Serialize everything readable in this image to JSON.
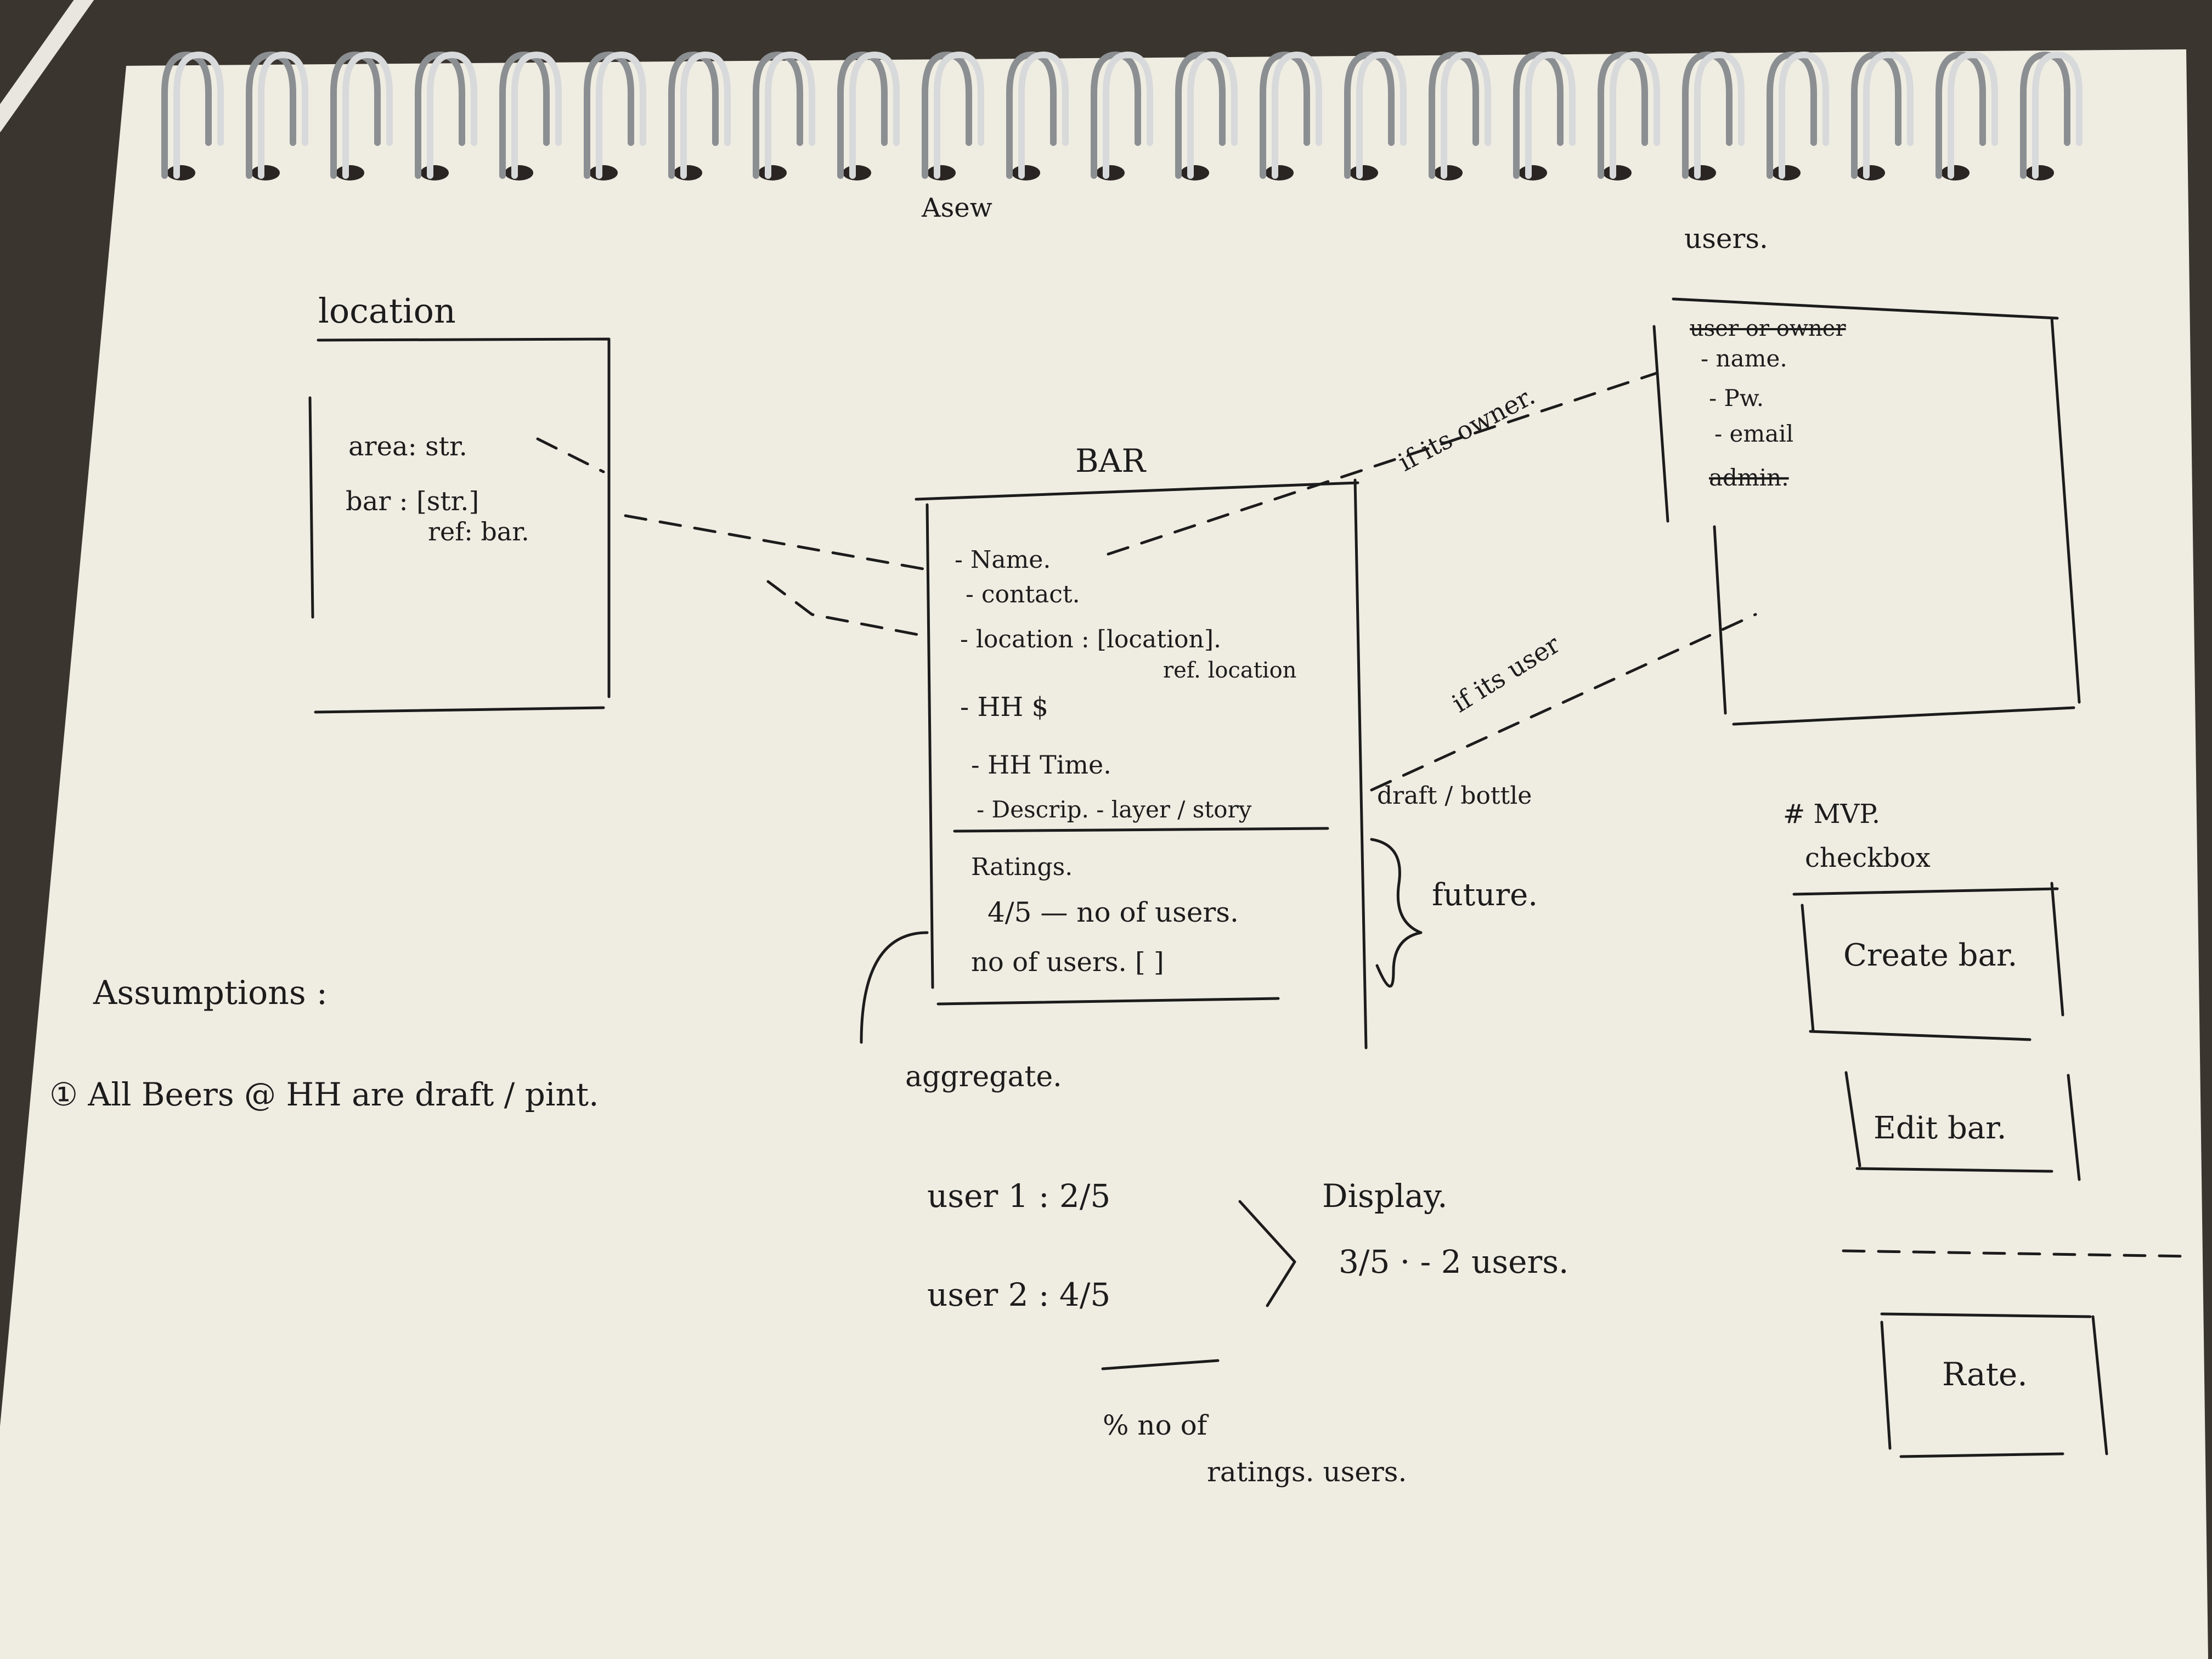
{
  "sketch": {
    "header": "Asew",
    "location": {
      "title": "location",
      "fields": [
        "area: str.",
        "bar : [str.]",
        "ref: bar."
      ]
    },
    "bar": {
      "title": "BAR",
      "fields": [
        "- Name.",
        "- contact.",
        "- location : [location].",
        "ref. location",
        "- HH $",
        "- HH Time.",
        "- Descrip. - layer / story"
      ],
      "ratings_label": "Ratings.",
      "ratings": [
        "4/5 — no of users.",
        "no of users. [ ]"
      ]
    },
    "users": {
      "title": "users.",
      "fields": [
        "user or owner",
        "- name.",
        "- Pw.",
        "- email",
        "admin."
      ]
    },
    "links": {
      "owner": "if its owner.",
      "user": "if its user",
      "draft": "draft / bottle",
      "future": "future."
    },
    "aggregate": {
      "title": "aggregate.",
      "rows": [
        "user 1 : 2/5",
        "user 2 : 4/5"
      ],
      "display": "Display.",
      "result": "3/5 · - 2 users.",
      "note1": "% no of",
      "note2": "ratings. users."
    },
    "assumptions": {
      "title": "Assumptions :",
      "item": "① All Beers @ HH are draft / pint."
    },
    "mvp": {
      "title": "# MVP.",
      "subtitle": "checkbox",
      "buttons": [
        "Create bar.",
        "Edit bar.",
        "Rate."
      ]
    }
  }
}
